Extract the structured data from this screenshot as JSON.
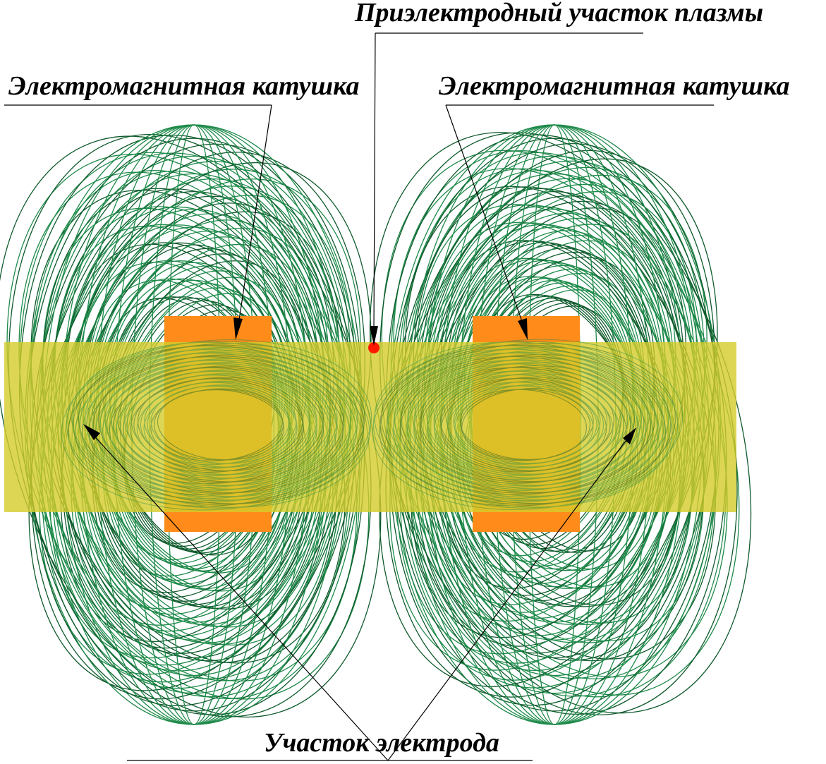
{
  "labels": {
    "plasma_region": "Приэлектродный участок плазмы",
    "coil_left": "Электромагнитная катушка",
    "coil_right": "Электромагнитная катушка",
    "electrode_section": "Участок электрода"
  },
  "colors": {
    "field_mesh": "#1e8a4a",
    "field_mesh_dark": "#0f5a2c",
    "coil": "#ff8c1a",
    "electrode_band": "#d4cc2a",
    "plasma_dot": "#ff1a00",
    "leader_line": "#000000"
  }
}
